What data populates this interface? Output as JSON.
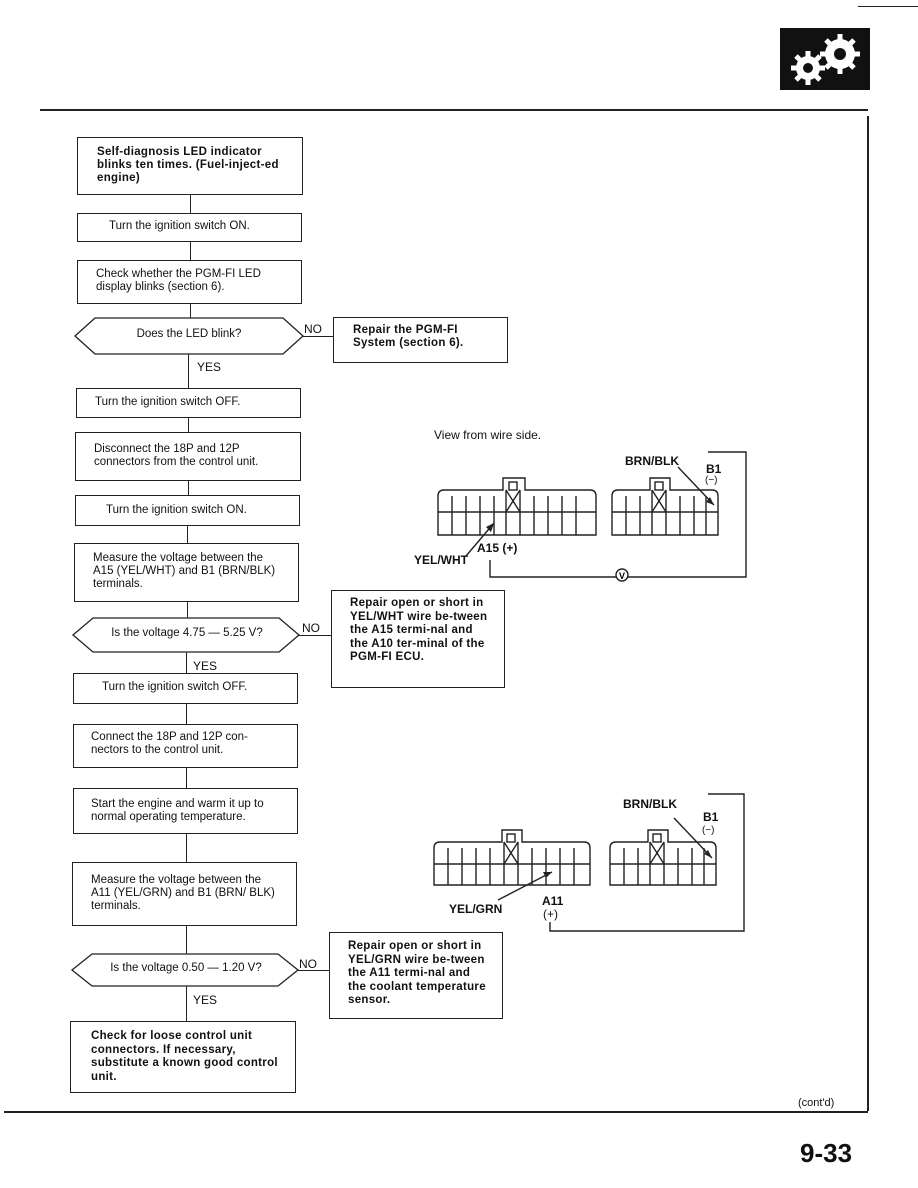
{
  "flow": {
    "start": "Self-diagnosis LED indicator blinks ten times. (Fuel-inject-ed engine)",
    "step_ign_on_1": "Turn the ignition switch ON.",
    "step_check_blink": "Check whether the PGM-FI LED display blinks (section 6).",
    "decision_led": "Does the LED blink?",
    "repair_pgmfi": "Repair the PGM-FI System (section 6).",
    "step_ign_off_1": "Turn the ignition switch OFF.",
    "step_disconnect": "Disconnect the 18P and 12P connectors from the control unit.",
    "step_ign_on_2": "Turn the ignition switch ON.",
    "step_measure_a15": "Measure the voltage between the A15 (YEL/WHT) and B1 (BRN/BLK) terminals.",
    "decision_voltage_1": "Is the voltage 4.75 — 5.25 V?",
    "repair_yelwht": "Repair open or short in YEL/WHT wire be-tween the A15 termi-nal and the A10 ter-minal of the PGM-FI ECU.",
    "step_ign_off_2": "Turn the ignition switch OFF.",
    "step_connect": "Connect the 18P and 12P con-nectors to the control unit.",
    "step_start_engine": "Start the engine and warm it up to normal operating temperature.",
    "step_measure_a11": "Measure the voltage between the A11 (YEL/GRN) and B1 (BRN/ BLK) terminals.",
    "decision_voltage_2": "Is the voltage 0.50 — 1.20 V?",
    "repair_yelgrn": "Repair open or short in YEL/GRN wire be-tween the A11 termi-nal and the coolant temperature sensor.",
    "final_check": "Check for loose control unit connectors. If necessary, substitute a known good control unit.",
    "no": "NO",
    "yes": "YES"
  },
  "diagram1": {
    "view_label": "View from wire side.",
    "brn_blk": "BRN/BLK",
    "b1": "B1",
    "b1_sign": "(−)",
    "a15": "A15 (+)",
    "yel_wht": "YEL/WHT",
    "meter": "V"
  },
  "diagram2": {
    "brn_blk": "BRN/BLK",
    "b1": "B1",
    "b1_sign": "(−)",
    "a11": "A11",
    "a11_sign": "(+)",
    "yel_grn": "YEL/GRN"
  },
  "footer": {
    "contd": "(cont'd)",
    "page_number": "9-33"
  },
  "header": {
    "icon": "gears-icon"
  }
}
